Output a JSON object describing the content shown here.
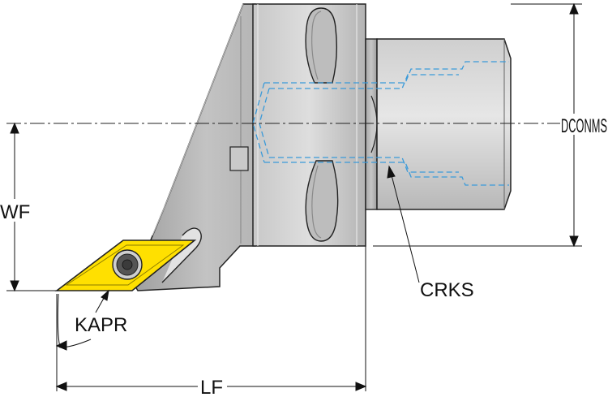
{
  "labels": {
    "dconms": "DCONMS",
    "wf": "WF",
    "crks": "CRKS",
    "kapr": "KAPR",
    "lf": "LF"
  },
  "colors": {
    "body_light": "#dcdcdc",
    "body_mid": "#bdbdbd",
    "body_dark": "#9a9a9a",
    "outline": "#222222",
    "insert": "#ffe000",
    "screw": "#555555",
    "coolant": "#3a9ad9",
    "dimension": "#111111"
  }
}
